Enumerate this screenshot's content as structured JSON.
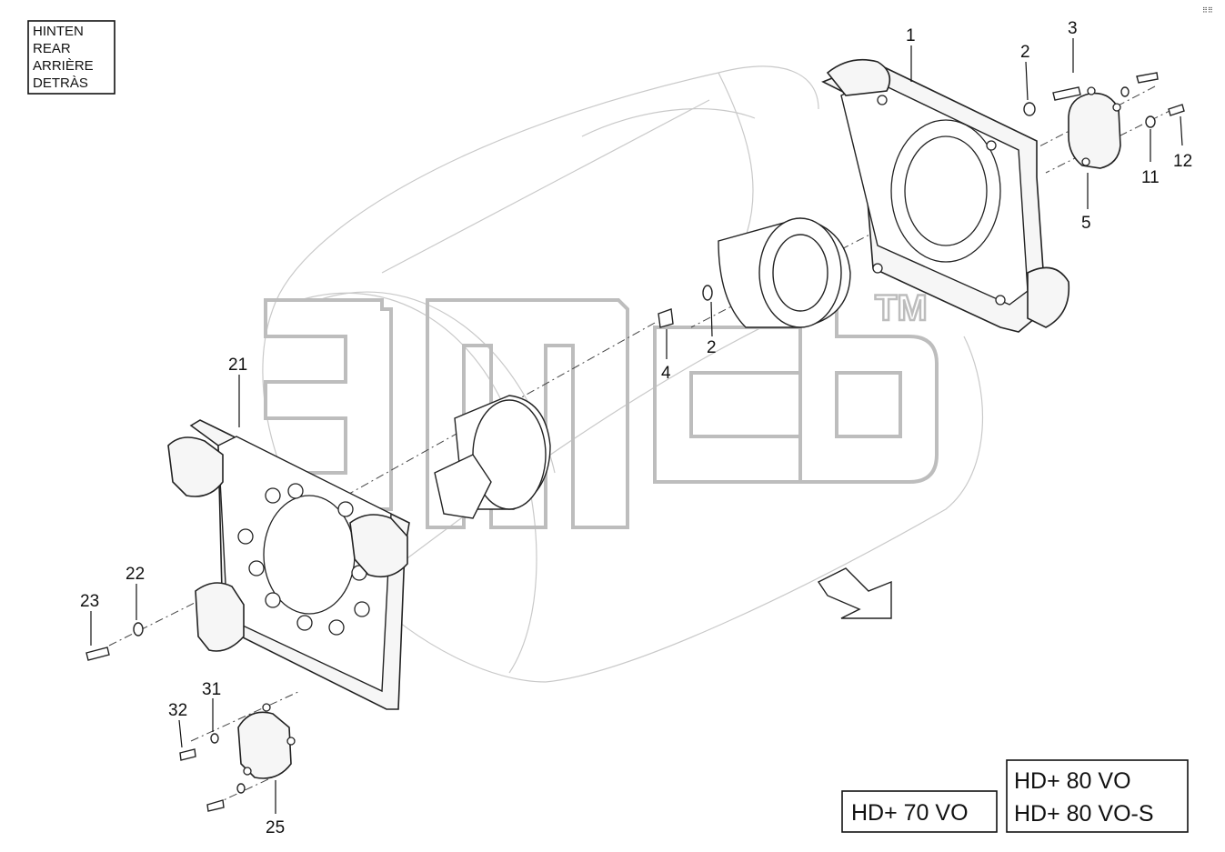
{
  "direction_box": {
    "lines": [
      "HINTEN",
      "REAR",
      "ARRIÈRE",
      "DETRÀS"
    ]
  },
  "watermark": {
    "trademark": "TM"
  },
  "part_labels": {
    "p1": "1",
    "p2a": "2",
    "p3": "3",
    "p11": "11",
    "p12": "12",
    "p5": "5",
    "p4": "4",
    "p2b": "2",
    "p21": "21",
    "p22": "22",
    "p23": "23",
    "p31": "31",
    "p32": "32",
    "p25": "25"
  },
  "model_boxes": {
    "box_70": "HD+ 70 VO",
    "box_80": "HD+ 80 VO",
    "box_80s": "HD+ 80 VO-S"
  }
}
